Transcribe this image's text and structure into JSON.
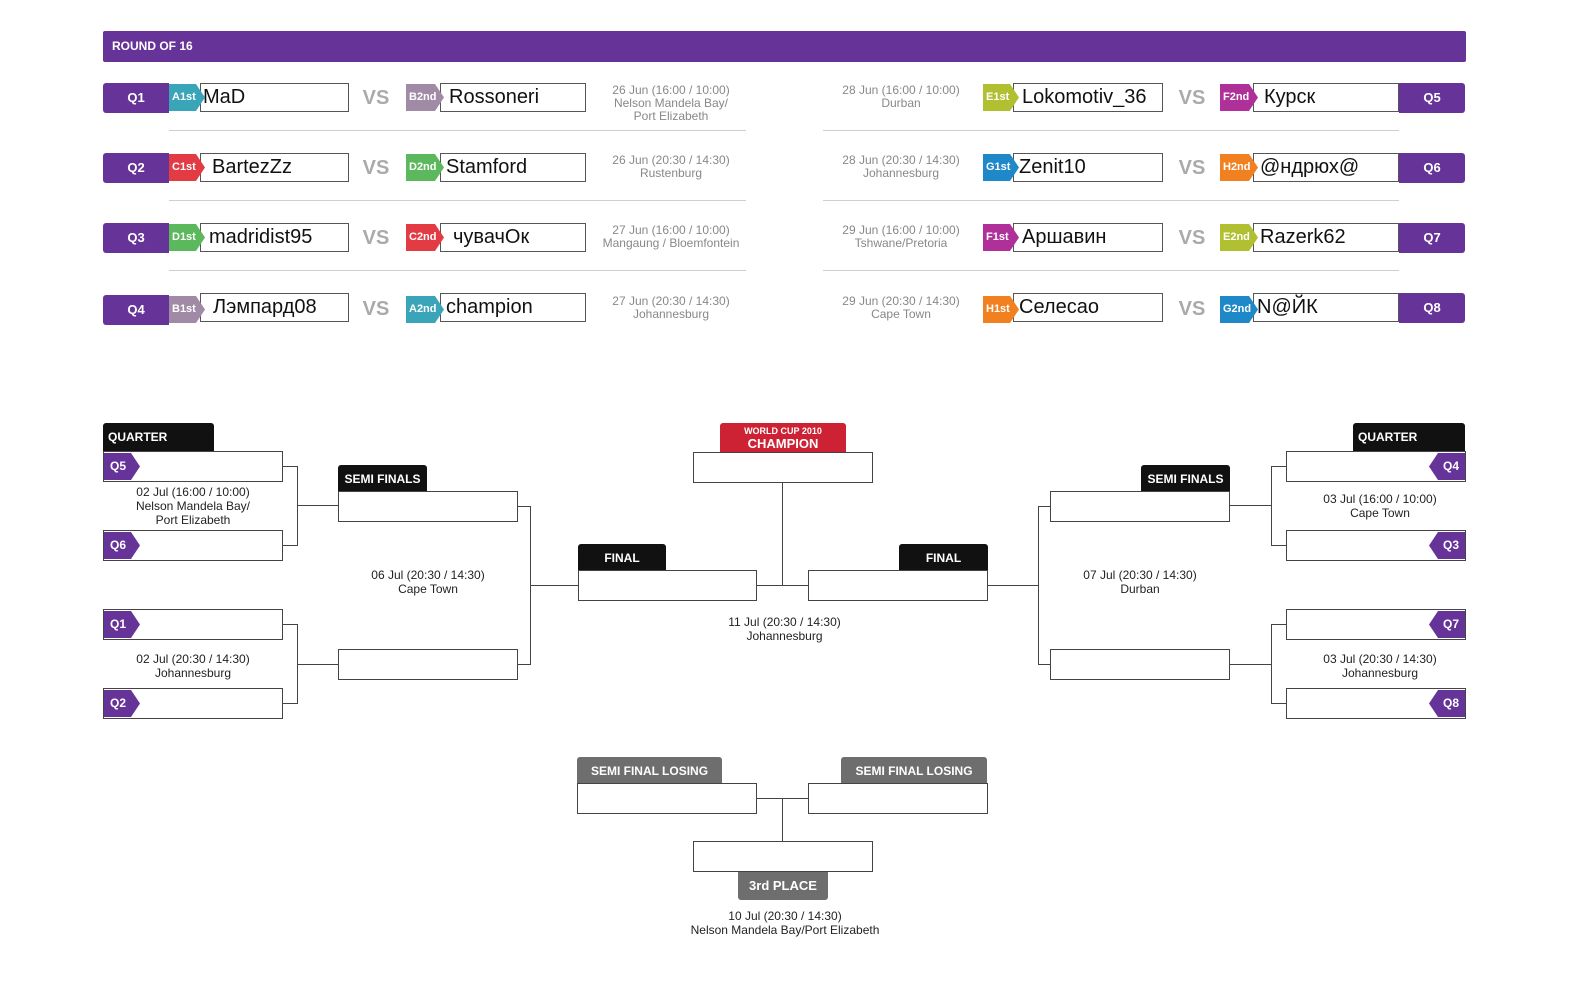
{
  "colors": {
    "purple": "#663399",
    "seed_a": "#3aa5b8",
    "seed_b": "#a08aa6",
    "seed_c": "#e23b44",
    "seed_d": "#5cb85c",
    "seed_e": "#b0c030",
    "seed_f": "#b0309a",
    "seed_g": "#1e88c8",
    "seed_h": "#f08020",
    "champion_red": "#cc2233",
    "grey_tag": "#6e6e6e"
  },
  "round_of_16": {
    "title": "ROUND OF 16",
    "vs_label": "VS",
    "left": [
      {
        "q": "Q1",
        "seed1": "A1st",
        "team1": "MaD",
        "seed2": "B2nd",
        "team2": "Rossoneri",
        "date": "26 Jun  (16:00  /  10:00)",
        "venue": "Nelson Mandela Bay/",
        "venue2": "Port Elizabeth"
      },
      {
        "q": "Q2",
        "seed1": "C1st",
        "team1": "BartezZz",
        "seed2": "D2nd",
        "team2": "Stamford",
        "date": "26 Jun  (20:30  /  14:30)",
        "venue": "Rustenburg",
        "venue2": ""
      },
      {
        "q": "Q3",
        "seed1": "D1st",
        "team1": "madridist95",
        "seed2": "C2nd",
        "team2": "чувачОк",
        "date": "27 Jun  (16:00  /  10:00)",
        "venue": "Mangaung  /  Bloemfontein",
        "venue2": ""
      },
      {
        "q": "Q4",
        "seed1": "B1st",
        "team1": "Лэмпард08",
        "seed2": "A2nd",
        "team2": "champion",
        "date": "27 Jun  (20:30  /  14:30)",
        "venue": "Johannesburg",
        "venue2": ""
      }
    ],
    "right": [
      {
        "q": "Q5",
        "seed1": "E1st",
        "team1": "Lokomotiv_36",
        "seed2": "F2nd",
        "team2": "Курск",
        "date": "28 Jun (16:00  /  10:00)",
        "venue": "Durban"
      },
      {
        "q": "Q6",
        "seed1": "G1st",
        "team1": "Zenit10",
        "seed2": "H2nd",
        "team2": "@ндрюх@",
        "date": "28 Jun (20:30  /  14:30)",
        "venue": "Johannesburg"
      },
      {
        "q": "Q7",
        "seed1": "F1st",
        "team1": "Аршавин",
        "seed2": "E2nd",
        "team2": "Razerk62",
        "date": "29 Jun (16:00  /  10:00)",
        "venue": "Tshwane/Pretoria"
      },
      {
        "q": "Q8",
        "seed1": "H1st",
        "team1": "Селесао",
        "seed2": "G2nd",
        "team2": "N@ЙК",
        "date": "29 Jun (20:30  /  14:30)",
        "venue": "Cape Town"
      }
    ]
  },
  "bracket": {
    "quarter_finals": "QUARTER FINALS",
    "semi_finals": "SEMI FINALS",
    "final": "FINAL",
    "champion_line1": "WORLD CUP 2010",
    "champion_line2": "CHAMPION",
    "semi_final_losing": "SEMI FINAL LOSING",
    "third_place": "3rd PLACE",
    "qf_left": [
      {
        "a": "Q5",
        "b": "Q6",
        "date": "02 Jul (16:00 / 10:00)",
        "venue": "Nelson Mandela Bay/",
        "venue2": "Port Elizabeth"
      },
      {
        "a": "Q1",
        "b": "Q2",
        "date": "02 Jul (20:30  /  14:30)",
        "venue": "Johannesburg",
        "venue2": ""
      }
    ],
    "qf_right": [
      {
        "a": "Q4",
        "b": "Q3",
        "date": "03 Jul (16:00  /  10:00)",
        "venue": "Cape Town"
      },
      {
        "a": "Q7",
        "b": "Q8",
        "date": "03 Jul (20:30  /  14:30)",
        "venue": "Johannesburg"
      }
    ],
    "sf_left": {
      "date": "06 Jul (20:30  /  14:30)",
      "venue": "Cape Town"
    },
    "sf_right": {
      "date": "07 Jul (20:30  /  14:30)",
      "venue": "Durban"
    },
    "final_match": {
      "date": "11 Jul (20:30  /  14:30)",
      "venue": "Johannesburg"
    },
    "third_match": {
      "date": "10 Jul (20:30  /  14:30)",
      "venue": "Nelson Mandela Bay/Port Elizabeth"
    }
  }
}
